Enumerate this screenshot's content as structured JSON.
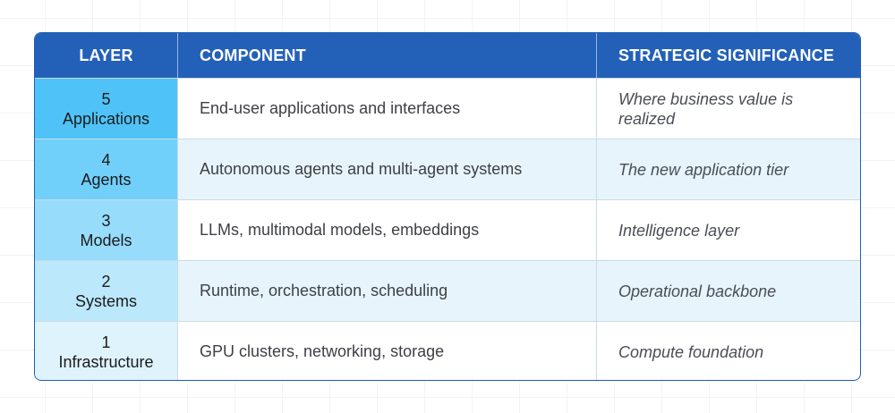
{
  "header": {
    "layer": "LAYER",
    "component": "COMPONENT",
    "significance": "STRATEGIC SIGNIFICANCE"
  },
  "rows": [
    {
      "number": "5",
      "name": "Applications",
      "component": "End-user applications and interfaces",
      "significance": "Where business value is realized",
      "color": "#4fc3f7"
    },
    {
      "number": "4",
      "name": "Agents",
      "component": "Autonomous agents and multi-agent systems",
      "significance": "The new application tier",
      "color": "#71d0fa"
    },
    {
      "number": "3",
      "name": "Models",
      "component": "LLMs, multimodal models, embeddings",
      "significance": "Intelligence layer",
      "color": "#97dcfb"
    },
    {
      "number": "2",
      "name": "Systems",
      "component": "Runtime, orchestration, scheduling",
      "significance": "Operational backbone",
      "color": "#bce8fc"
    },
    {
      "number": "1",
      "name": "Infrastructure",
      "component": "GPU clusters, networking, storage",
      "significance": "Compute foundation",
      "color": "#dff3fd"
    }
  ],
  "colors": {
    "header_bg": "#2360b8",
    "alt_row_bg": "#e7f4fb",
    "border": "#c7dbe8"
  }
}
